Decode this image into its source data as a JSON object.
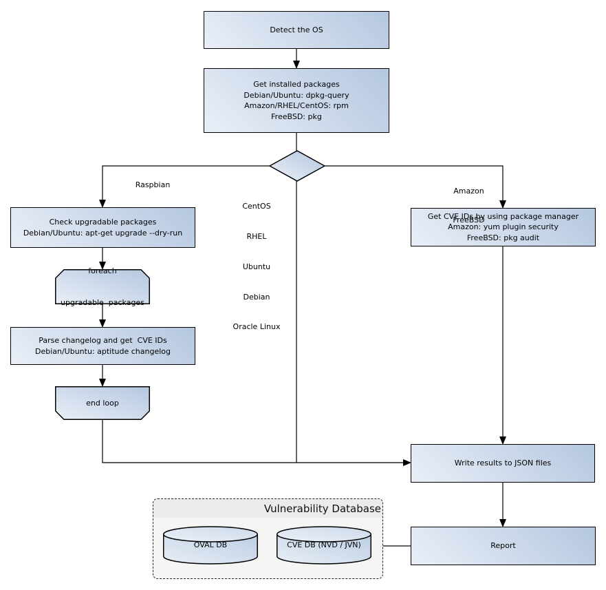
{
  "diagram_type": "flowchart",
  "nodes": {
    "detect_os": {
      "lines": [
        "Detect the OS"
      ]
    },
    "get_installed_packages": {
      "lines": [
        "Get installed packages",
        "Debian/Ubuntu: dpkg-query",
        "Amazon/RHEL/CentOS: rpm",
        "FreeBSD: pkg"
      ]
    },
    "check_upgradable": {
      "lines": [
        "Check upgradable packages",
        "Debian/Ubuntu: apt-get upgrade --dry-run"
      ]
    },
    "foreach_loop": {
      "lines": [
        "foreach",
        "upgradable  packages"
      ]
    },
    "parse_changelog": {
      "lines": [
        "Parse changelog and get  CVE IDs",
        "Debian/Ubuntu: aptitude changelog"
      ]
    },
    "end_loop": {
      "lines": [
        "end loop"
      ]
    },
    "get_cve_ids": {
      "lines": [
        "Get CVE IDs by using package manager",
        "Amazon: yum plugin security",
        "FreeBSD: pkg audit"
      ]
    },
    "write_results": {
      "lines": [
        "Write results to JSON files"
      ]
    },
    "report": {
      "lines": [
        "Report"
      ]
    }
  },
  "edge_labels": {
    "left_branch": "Raspbian",
    "middle_branch": [
      "CentOS",
      "RHEL",
      "Ubuntu",
      "Debian",
      "Oracle Linux"
    ],
    "right_branch": [
      "Amazon",
      "FreeBSD"
    ]
  },
  "database": {
    "title": "Vulnerability Database",
    "cylinders": [
      {
        "label": "OVAL DB"
      },
      {
        "label": "CVE DB (NVD / JVN)"
      }
    ]
  },
  "colors": {
    "node_gradient_light": "#eaeff7",
    "node_gradient_dark": "#b4c7e0",
    "node_border": "#000000",
    "connector": "#000000",
    "db_container_bg": "#f5f5f4",
    "db_title_band_bg": "#ebebea",
    "text": "#000000",
    "background": "#ffffff"
  }
}
